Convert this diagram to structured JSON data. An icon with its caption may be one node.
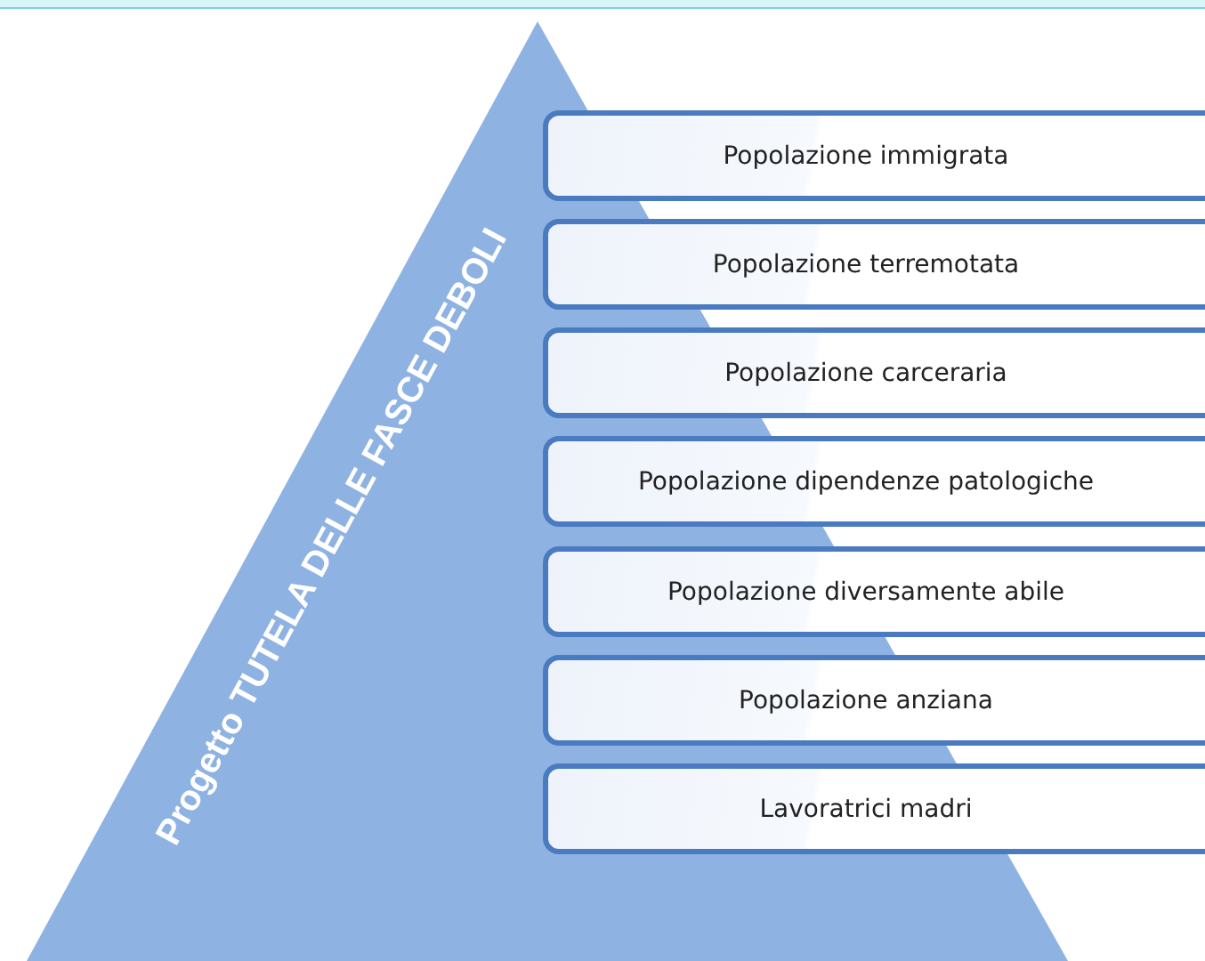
{
  "diagram": {
    "nodes": [
      {
        "text": [
          "Progetto TUTELA DELLE FASCE DEBOLI"
        ]
      },
      {
        "text": [
          "Popolazione immigrata"
        ]
      },
      {
        "text": [
          "Popolazione terremotata"
        ]
      },
      {
        "text": [
          "Popolazione carceraria"
        ]
      },
      {
        "text": [
          "Popolazione dipendenze patologiche"
        ]
      },
      {
        "text": [
          "Popolazione diversamente abile"
        ]
      },
      {
        "text": [
          "Popolazione anziana"
        ]
      },
      {
        "text": [
          "Lavoratrici madri"
        ]
      }
    ]
  }
}
